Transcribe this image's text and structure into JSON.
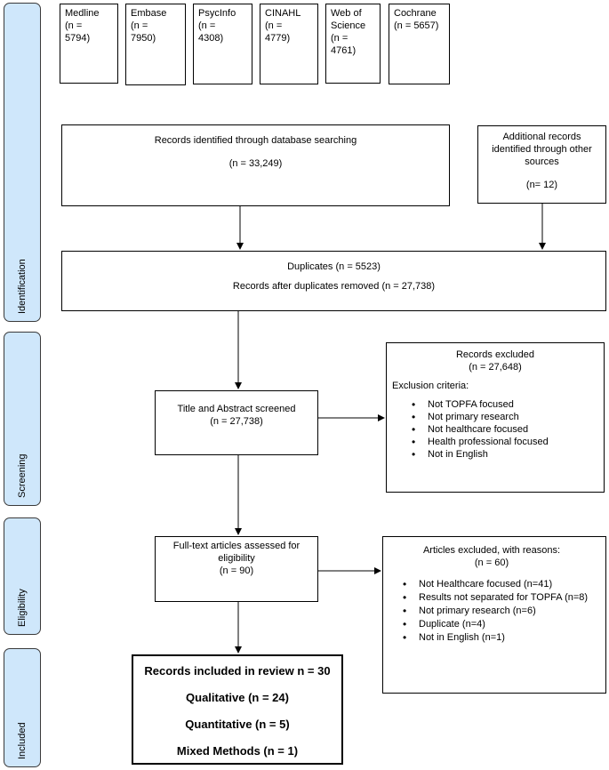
{
  "phases": [
    {
      "label": "Identification"
    },
    {
      "label": "Screening"
    },
    {
      "label": "Eligibility"
    },
    {
      "label": "Included"
    }
  ],
  "databases": [
    {
      "lines": [
        "Medline",
        "(n =",
        "5794)"
      ]
    },
    {
      "lines": [
        "Embase",
        "(n =",
        "7950)"
      ]
    },
    {
      "lines": [
        "PsycInfo",
        "(n =",
        "4308)"
      ]
    },
    {
      "lines": [
        "CINAHL",
        "(n =",
        "4779)"
      ]
    },
    {
      "lines": [
        "Web of",
        "Science",
        "(n =",
        "4761)"
      ]
    },
    {
      "lines": [
        "Cochrane",
        "(n = 5657)"
      ]
    }
  ],
  "records_identified": {
    "label": "Records identified through database searching",
    "count": "(n = 33,249)"
  },
  "additional_records": {
    "label": "Additional records identified through other sources",
    "count": "(n= 12)"
  },
  "duplicates": {
    "line1": "Duplicates (n = 5523)",
    "line2": "Records after duplicates removed (n = 27,738)"
  },
  "title_abstract": {
    "label": "Title and Abstract screened",
    "count": "(n = 27,738)"
  },
  "records_excluded": {
    "title": "Records excluded",
    "count": "(n = 27,648)",
    "criteria_label": "Exclusion criteria:",
    "items": [
      "Not TOPFA focused",
      "Not primary research",
      "Not healthcare focused",
      "Health professional focused",
      "Not in English"
    ]
  },
  "full_text": {
    "label": "Full-text articles assessed for eligibility",
    "count": "(n = 90)"
  },
  "articles_excluded": {
    "title": "Articles excluded, with reasons:",
    "count": "(n = 60)",
    "items": [
      "Not Healthcare focused (n=41)",
      "Results not separated for TOPFA (n=8)",
      "Not primary research (n=6)",
      "Duplicate (n=4)",
      "Not in English (n=1)"
    ]
  },
  "included": {
    "line1": "Records included in review n = 30",
    "line2": "Qualitative (n = 24)",
    "line3": "Quantitative (n = 5)",
    "line4": "Mixed Methods (n = 1)"
  }
}
